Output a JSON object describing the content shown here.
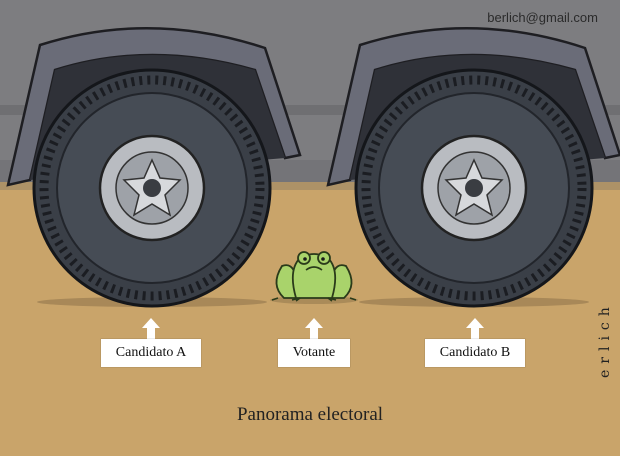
{
  "header": {
    "email": "berlich@gmail.com"
  },
  "labels": {
    "candidate_a": "Candidato A",
    "voter": "Votante",
    "candidate_b": "Candidato B"
  },
  "caption": "Panorama electoral",
  "colors": {
    "sky": "#7d7d80",
    "ground": "#c9a46a",
    "truck_body": "#5e5d62",
    "fender": "#6a6c78",
    "tire": "#3a3f47",
    "rim": "#b9bcc1",
    "frog": "#a9d36b",
    "label_bg": "#ffffff"
  }
}
